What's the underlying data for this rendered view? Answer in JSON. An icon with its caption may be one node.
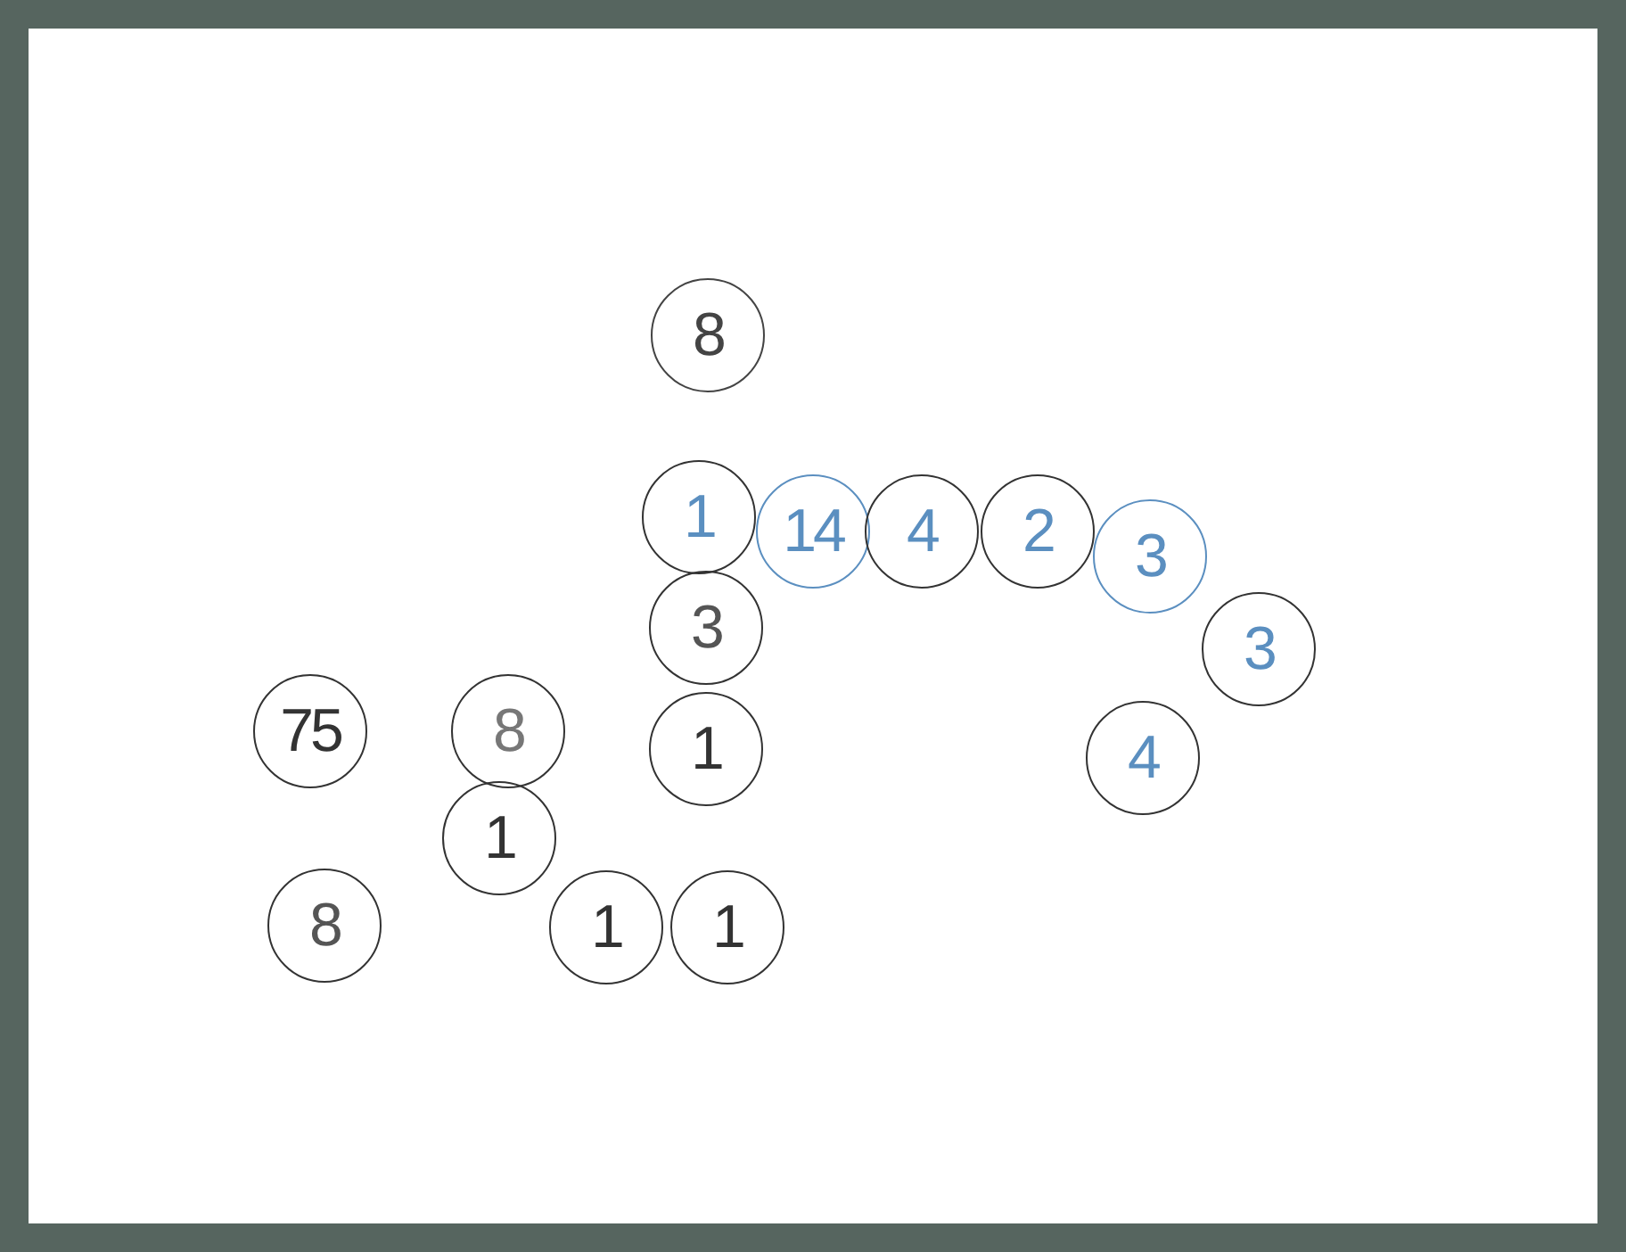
{
  "diagram": {
    "nodes": [
      {
        "text": [
          "8"
        ]
      },
      {
        "text": [
          "1"
        ]
      },
      {
        "text": [
          "14"
        ]
      },
      {
        "text": [
          "4"
        ]
      },
      {
        "text": [
          "2"
        ]
      },
      {
        "text": [
          "3"
        ]
      },
      {
        "text": [
          "3"
        ]
      },
      {
        "text": [
          "3"
        ]
      },
      {
        "text": [
          "75"
        ]
      },
      {
        "text": [
          "8"
        ]
      },
      {
        "text": [
          "1"
        ]
      },
      {
        "text": [
          "4"
        ]
      },
      {
        "text": [
          "1"
        ]
      },
      {
        "text": [
          "8"
        ]
      },
      {
        "text": [
          "1"
        ]
      },
      {
        "text": [
          "1"
        ]
      }
    ]
  }
}
